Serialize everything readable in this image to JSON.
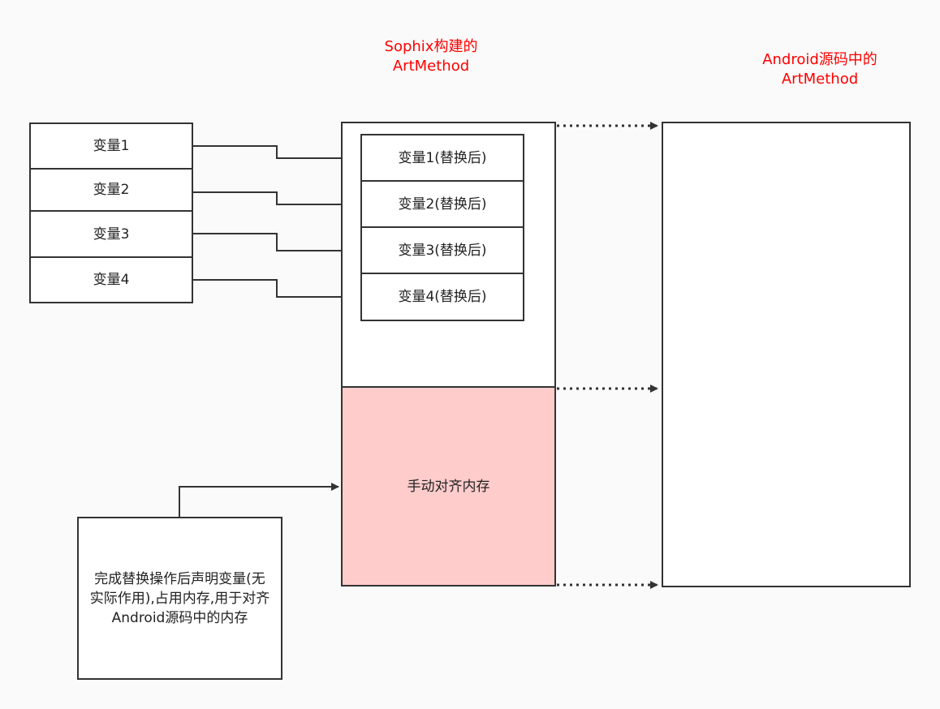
{
  "titles": {
    "sophix": "Sophix构建的\nArtMethod",
    "android": "Android源码中的\nArtMethod"
  },
  "left_vars": [
    "变量1",
    "变量2",
    "变量3",
    "变量4"
  ],
  "inner_vars": [
    "变量1(替换后)",
    "变量2(替换后)",
    "变量3(替换后)",
    "变量4(替换后)"
  ],
  "padding_label": "手动对齐内存",
  "note": "完成替换操作后声明变量(无实际作用),占用内存,用于对齐Android源码中的内存",
  "colors": {
    "padding_fill": "#ffcccc",
    "title": "#ff0000",
    "stroke": "#333333"
  }
}
